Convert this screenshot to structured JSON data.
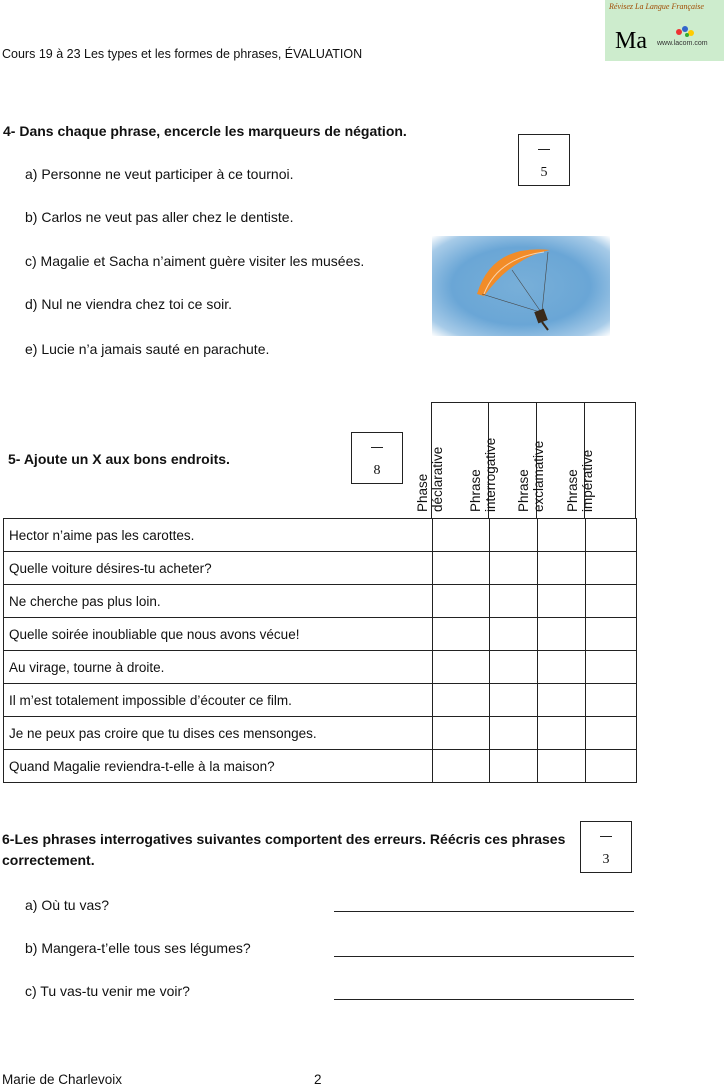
{
  "header": {
    "title": "Cours 19 à 23 Les types et les formes de phrases, ÉVALUATION"
  },
  "logo": {
    "tagline": "Révisez La Langue Française",
    "mark": "Ma",
    "small": "www.lacom.com"
  },
  "q4": {
    "title": "4-   Dans chaque phrase, encercle les marqueurs de négation.",
    "score": "5",
    "items": [
      "a)   Personne ne veut participer à ce tournoi.",
      "b)   Carlos ne veut pas aller chez le dentiste.",
      "c)   Magalie et Sacha n’aiment guère visiter les musées.",
      "d)   Nul ne viendra chez toi ce soir.",
      "e)   Lucie n’a jamais sauté en parachute."
    ]
  },
  "q5": {
    "title": "5-   Ajoute un X aux bons endroits.",
    "score": "8",
    "columns": [
      "Phase\ndéclarative",
      "Phrase\ninterrogative",
      "Phrase\nexclamative",
      "Phrase\nimpérative"
    ],
    "rows": [
      "Hector n’aime pas les carottes.",
      "Quelle voiture désires-tu acheter?",
      "Ne cherche pas plus loin.",
      "Quelle soirée inoubliable que nous avons vécue!",
      "Au virage, tourne à droite.",
      "Il m’est totalement impossible d’écouter ce film.",
      "Je ne peux pas croire que tu dises ces mensonges.",
      "Quand Magalie reviendra-t-elle à la maison?"
    ]
  },
  "q6": {
    "title_line1": "6-Les phrases interrogatives suivantes comportent des erreurs. Réécris ces phrases",
    "title_line2": "correctement.",
    "score": "3",
    "items": [
      "a)   Où tu vas?",
      "b)   Mangera-t’elle tous ses légumes?",
      "c)   Tu vas-tu venir me voir?"
    ]
  },
  "footer": {
    "author": "Marie de Charlevoix",
    "page": "2"
  }
}
